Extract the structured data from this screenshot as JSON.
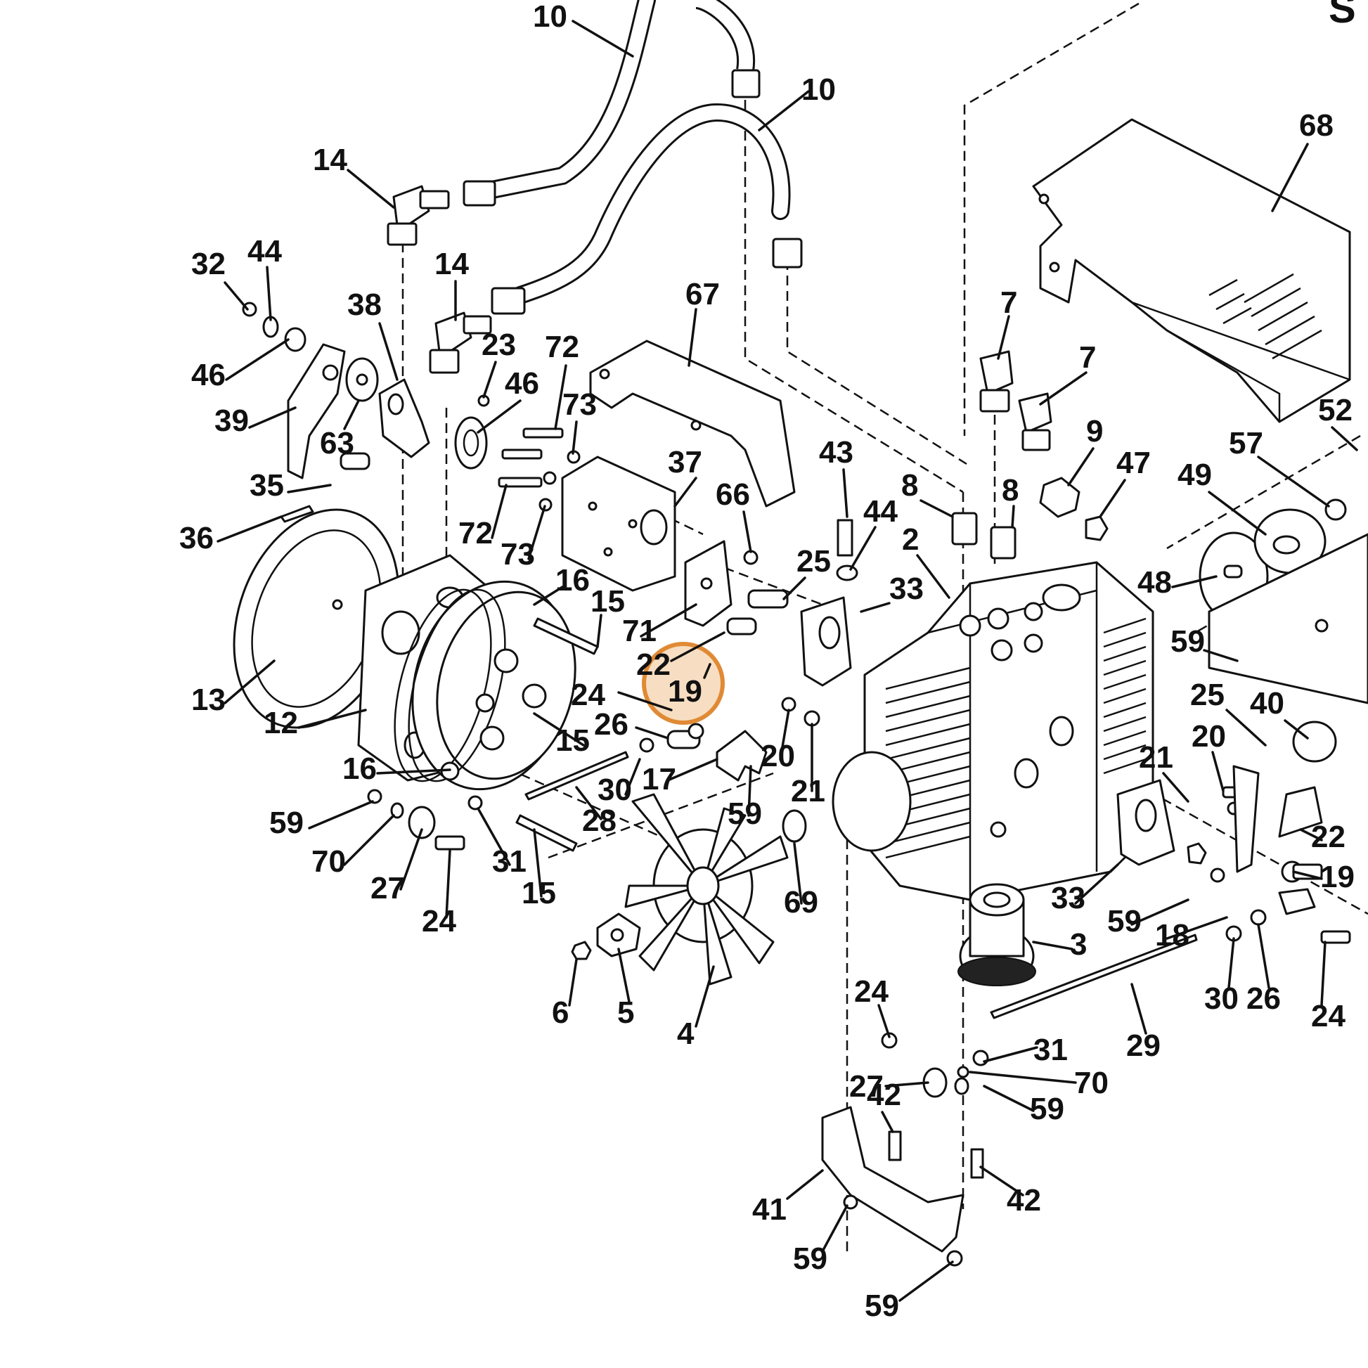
{
  "sheet_title_fragment": "S",
  "highlight": {
    "label": "19",
    "color": "#E8A050"
  },
  "callouts": [
    {
      "label": "10"
    },
    {
      "label": "10"
    },
    {
      "label": "14"
    },
    {
      "label": "14"
    },
    {
      "label": "68"
    },
    {
      "label": "32"
    },
    {
      "label": "44"
    },
    {
      "label": "38"
    },
    {
      "label": "23"
    },
    {
      "label": "72"
    },
    {
      "label": "67"
    },
    {
      "label": "46"
    },
    {
      "label": "46"
    },
    {
      "label": "39"
    },
    {
      "label": "63"
    },
    {
      "label": "73"
    },
    {
      "label": "7"
    },
    {
      "label": "7"
    },
    {
      "label": "9"
    },
    {
      "label": "52"
    },
    {
      "label": "57"
    },
    {
      "label": "35"
    },
    {
      "label": "37"
    },
    {
      "label": "43"
    },
    {
      "label": "8"
    },
    {
      "label": "8"
    },
    {
      "label": "47"
    },
    {
      "label": "49"
    },
    {
      "label": "36"
    },
    {
      "label": "72"
    },
    {
      "label": "73"
    },
    {
      "label": "66"
    },
    {
      "label": "44"
    },
    {
      "label": "2"
    },
    {
      "label": "25"
    },
    {
      "label": "16"
    },
    {
      "label": "33"
    },
    {
      "label": "48"
    },
    {
      "label": "15"
    },
    {
      "label": "71"
    },
    {
      "label": "13"
    },
    {
      "label": "22"
    },
    {
      "label": "59"
    },
    {
      "label": "12"
    },
    {
      "label": "24"
    },
    {
      "label": "25"
    },
    {
      "label": "40"
    },
    {
      "label": "26"
    },
    {
      "label": "15"
    },
    {
      "label": "20"
    },
    {
      "label": "20"
    },
    {
      "label": "21"
    },
    {
      "label": "16"
    },
    {
      "label": "17"
    },
    {
      "label": "30"
    },
    {
      "label": "21"
    },
    {
      "label": "59"
    },
    {
      "label": "22"
    },
    {
      "label": "28"
    },
    {
      "label": "59"
    },
    {
      "label": "70"
    },
    {
      "label": "31"
    },
    {
      "label": "19"
    },
    {
      "label": "27"
    },
    {
      "label": "15"
    },
    {
      "label": "69"
    },
    {
      "label": "33"
    },
    {
      "label": "24"
    },
    {
      "label": "59"
    },
    {
      "label": "18"
    },
    {
      "label": "3"
    },
    {
      "label": "6"
    },
    {
      "label": "5"
    },
    {
      "label": "4"
    },
    {
      "label": "30"
    },
    {
      "label": "26"
    },
    {
      "label": "24"
    },
    {
      "label": "24"
    },
    {
      "label": "31"
    },
    {
      "label": "29"
    },
    {
      "label": "27"
    },
    {
      "label": "70"
    },
    {
      "label": "42"
    },
    {
      "label": "59"
    },
    {
      "label": "42"
    },
    {
      "label": "41"
    },
    {
      "label": "59"
    },
    {
      "label": "59"
    }
  ]
}
